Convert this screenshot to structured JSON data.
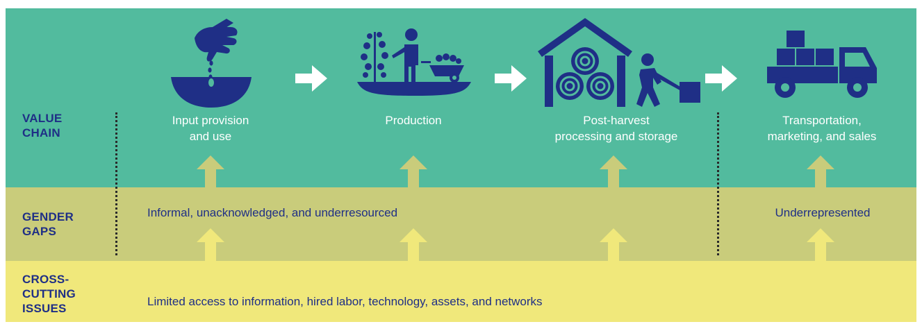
{
  "colors": {
    "value_chain_band": "#52bb9e",
    "gender_gaps_band": "#c9cc7b",
    "cross_cutting_band": "#f0e87b",
    "icon_navy": "#1f2f86",
    "label_white": "#ffffff",
    "up_arrow": "#e4e27a"
  },
  "rows": {
    "value_chain": "VALUE\nCHAIN",
    "gender_gaps": "GENDER\nGAPS",
    "cross_cutting": "CROSS-\nCUTTING\nISSUES"
  },
  "stages": [
    {
      "label": "Input provision\nand use",
      "icon": "hand-seed-icon"
    },
    {
      "label": "Production",
      "icon": "farmer-tree-wheelbarrow-icon"
    },
    {
      "label": "Post-harvest\nprocessing and storage",
      "icon": "storage-shed-icon"
    },
    {
      "label": "Transportation,\nmarketing, and sales",
      "icon": "delivery-truck-icon"
    }
  ],
  "gender_gaps": {
    "informal": "Informal, unacknowledged, and underresourced",
    "underrepresented": "Underrepresented"
  },
  "cross_cutting": {
    "text": "Limited access to information, hired labor, technology, assets, and networks"
  }
}
